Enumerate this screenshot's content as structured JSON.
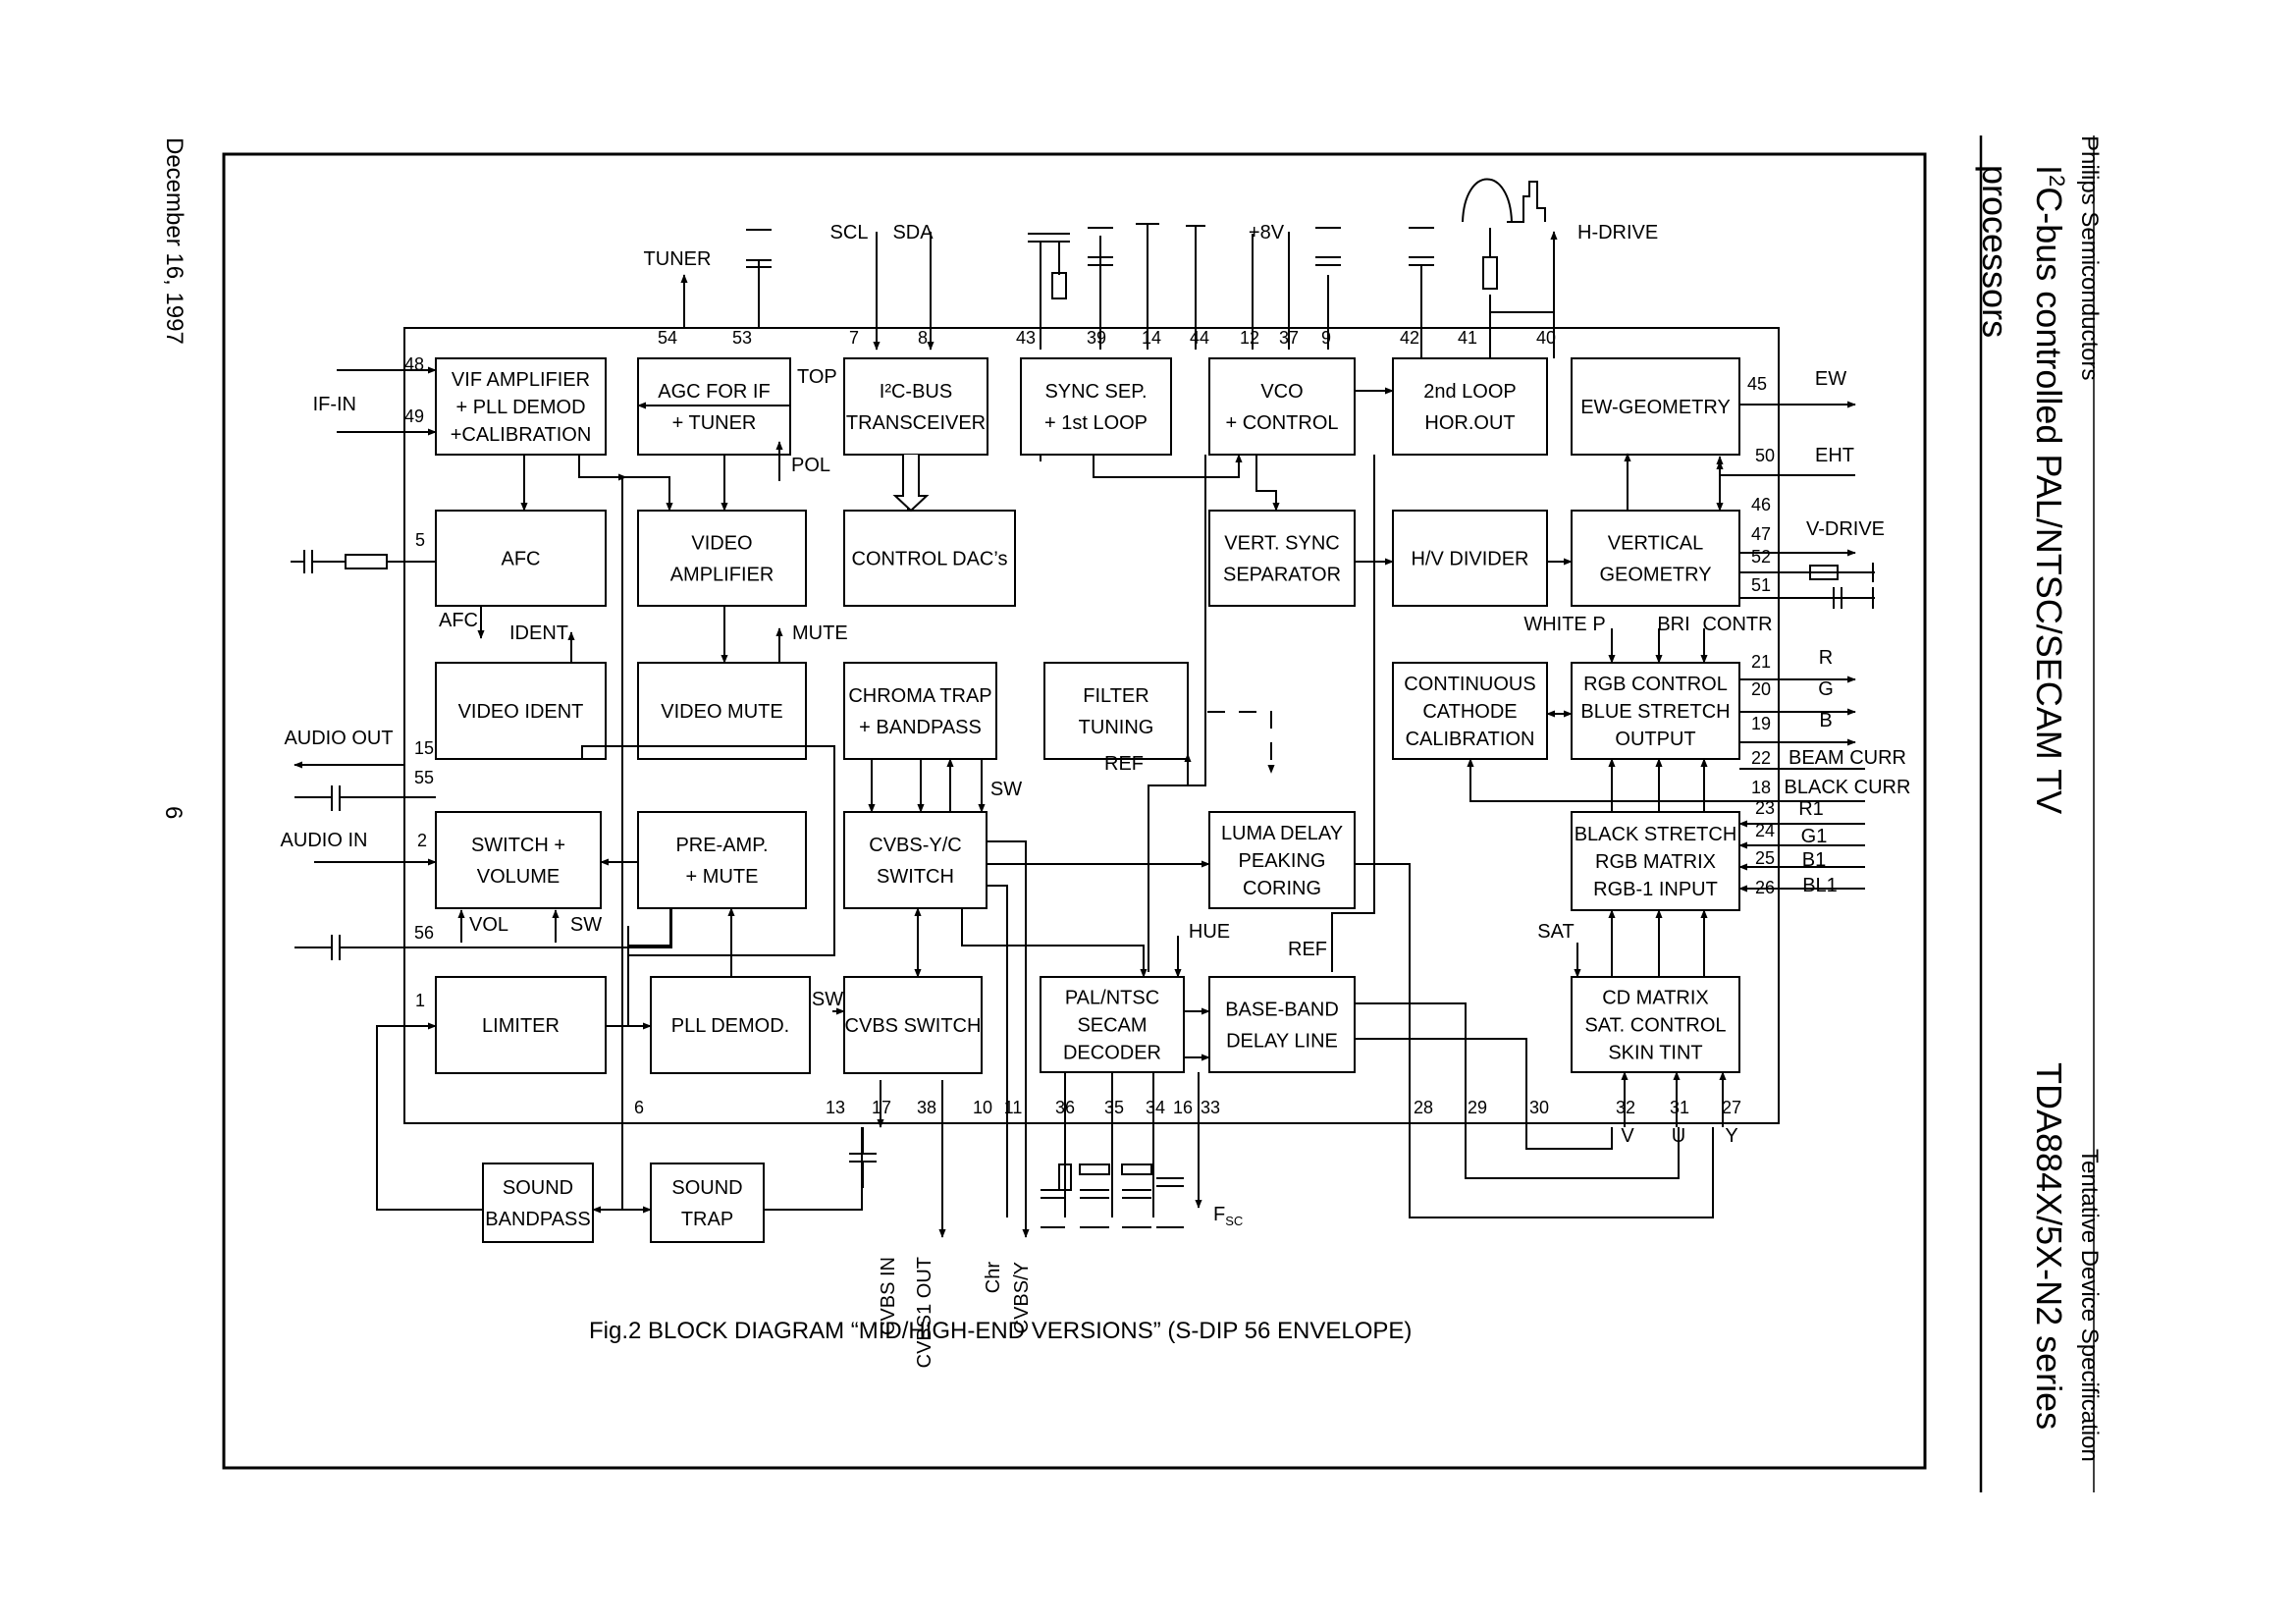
{
  "header": {
    "company": "Philips Semiconductors",
    "title_prefix": "I",
    "title_sup": "2",
    "title_rest": "C-bus controlled PAL/NTSC/SECAM TV",
    "title_line2": "processors",
    "spec_status": "Tentative Device Specification",
    "series": "TDA884X/5X-N2 series"
  },
  "footer": {
    "date": "December 16, 1997",
    "page": "6"
  },
  "figure": {
    "caption": "Fig.2  BLOCK DIAGRAM “MID/HIGH-END VERSIONS” (S-DIP 56 ENVELOPE)"
  },
  "blocks": {
    "vif": [
      "VIF AMPLIFIER",
      "+ PLL DEMOD",
      "+CALIBRATION"
    ],
    "agc": [
      "AGC FOR IF",
      "+ TUNER"
    ],
    "i2c": [
      "I²C-BUS",
      "TRANSCEIVER"
    ],
    "sync": [
      "SYNC SEP.",
      "+ 1st LOOP"
    ],
    "vco": [
      "VCO",
      "+ CONTROL"
    ],
    "loop2": [
      "2nd LOOP",
      "HOR.OUT"
    ],
    "ew": [
      "EW-GEOMETRY"
    ],
    "afc": [
      "AFC"
    ],
    "vamp": [
      "VIDEO",
      "AMPLIFIER"
    ],
    "dac": [
      "CONTROL DAC’s"
    ],
    "vsync": [
      "VERT. SYNC",
      "SEPARATOR"
    ],
    "hv": [
      "H/V DIVIDER"
    ],
    "vgeo": [
      "VERTICAL",
      "GEOMETRY"
    ],
    "vident": [
      "VIDEO IDENT"
    ],
    "vmute": [
      "VIDEO MUTE"
    ],
    "chroma": [
      "CHROMA TRAP",
      "+ BANDPASS"
    ],
    "filter": [
      "FILTER",
      "TUNING"
    ],
    "ccc": [
      "CONTINUOUS",
      "CATHODE",
      "CALIBRATION"
    ],
    "rgbc": [
      "RGB CONTROL",
      "BLUE STRETCH",
      "OUTPUT"
    ],
    "switch": [
      "SWITCH +",
      "VOLUME"
    ],
    "preamp": [
      "PRE-AMP.",
      "+ MUTE"
    ],
    "cvbsyc": [
      "CVBS-Y/C",
      "SWITCH"
    ],
    "luma": [
      "LUMA DELAY",
      "PEAKING",
      "CORING"
    ],
    "blacks": [
      "BLACK STRETCH",
      "RGB MATRIX",
      "RGB-1 INPUT"
    ],
    "limiter": [
      "LIMITER"
    ],
    "plld": [
      "PLL DEMOD."
    ],
    "cvbssw": [
      "CVBS SWITCH"
    ],
    "decoder": [
      "PAL/NTSC",
      "SECAM",
      "DECODER"
    ],
    "bbd": [
      "BASE-BAND",
      "DELAY LINE"
    ],
    "cdm": [
      "CD MATRIX",
      "SAT. CONTROL",
      "SKIN TINT"
    ],
    "sbp": [
      "SOUND",
      "BANDPASS"
    ],
    "strap": [
      "SOUND",
      "TRAP"
    ]
  },
  "pins": {
    "p48": "48",
    "p49": "49",
    "p54": "54",
    "p53": "53",
    "p7": "7",
    "p8": "8",
    "p43": "43",
    "p39": "39",
    "p14": "14",
    "p44": "44",
    "p12": "12",
    "p37": "37",
    "p9": "9",
    "p42": "42",
    "p41": "41",
    "p40": "40",
    "p45": "45",
    "p50": "50",
    "p46": "46",
    "p47": "47",
    "p52": "52",
    "p51": "51",
    "p21": "21",
    "p20": "20",
    "p19": "19",
    "p22": "22",
    "p18": "18",
    "p23": "23",
    "p24": "24",
    "p25": "25",
    "p26": "26",
    "p5": "5",
    "p15": "15",
    "p55": "55",
    "p2": "2",
    "p56": "56",
    "p1": "1",
    "p6": "6",
    "p13": "13",
    "p17": "17",
    "p38": "38",
    "p10": "10",
    "p11": "11",
    "p36": "36",
    "p35": "35",
    "p34": "34",
    "p16": "16",
    "p33": "33",
    "p28": "28",
    "p29": "29",
    "p30": "30",
    "p32": "32",
    "p31": "31",
    "p27": "27"
  },
  "signals": {
    "if_in": "IF-IN",
    "tuner": "TUNER",
    "scl": "SCL",
    "sda": "SDA",
    "plus8v": "+8V",
    "hdrive": "H-DRIVE",
    "top": "TOP",
    "pol": "POL",
    "ew": "EW",
    "eht": "EHT",
    "vdrive": "V-DRIVE",
    "afc": "AFC",
    "ident": "IDENT",
    "mute": "MUTE",
    "whitep": "WHITE P",
    "bri": "BRI",
    "contr": "CONTR",
    "r": "R",
    "g": "G",
    "b": "B",
    "beam_curr": "BEAM CURR",
    "black_curr": "BLACK CURR",
    "r1": "R1",
    "g1": "G1",
    "b1": "B1",
    "bl1": "BL1",
    "audio_out": "AUDIO OUT",
    "audio_in": "AUDIO IN",
    "vol": "VOL",
    "sw_vol": "SW",
    "sw_cvbs": "SW",
    "sw_switch": "SW",
    "ref_filter": "REF",
    "ref_bbd": "REF",
    "hue": "HUE",
    "sat": "SAT",
    "v": "V",
    "u": "U",
    "y": "Y",
    "cvbs_in": "CVBS IN",
    "cvbs1_out": "CVBS1 OUT",
    "chr": "Chr",
    "cvbs_y": "CVBS/Y",
    "fsc_main": "F",
    "fsc_sub": "SC"
  }
}
